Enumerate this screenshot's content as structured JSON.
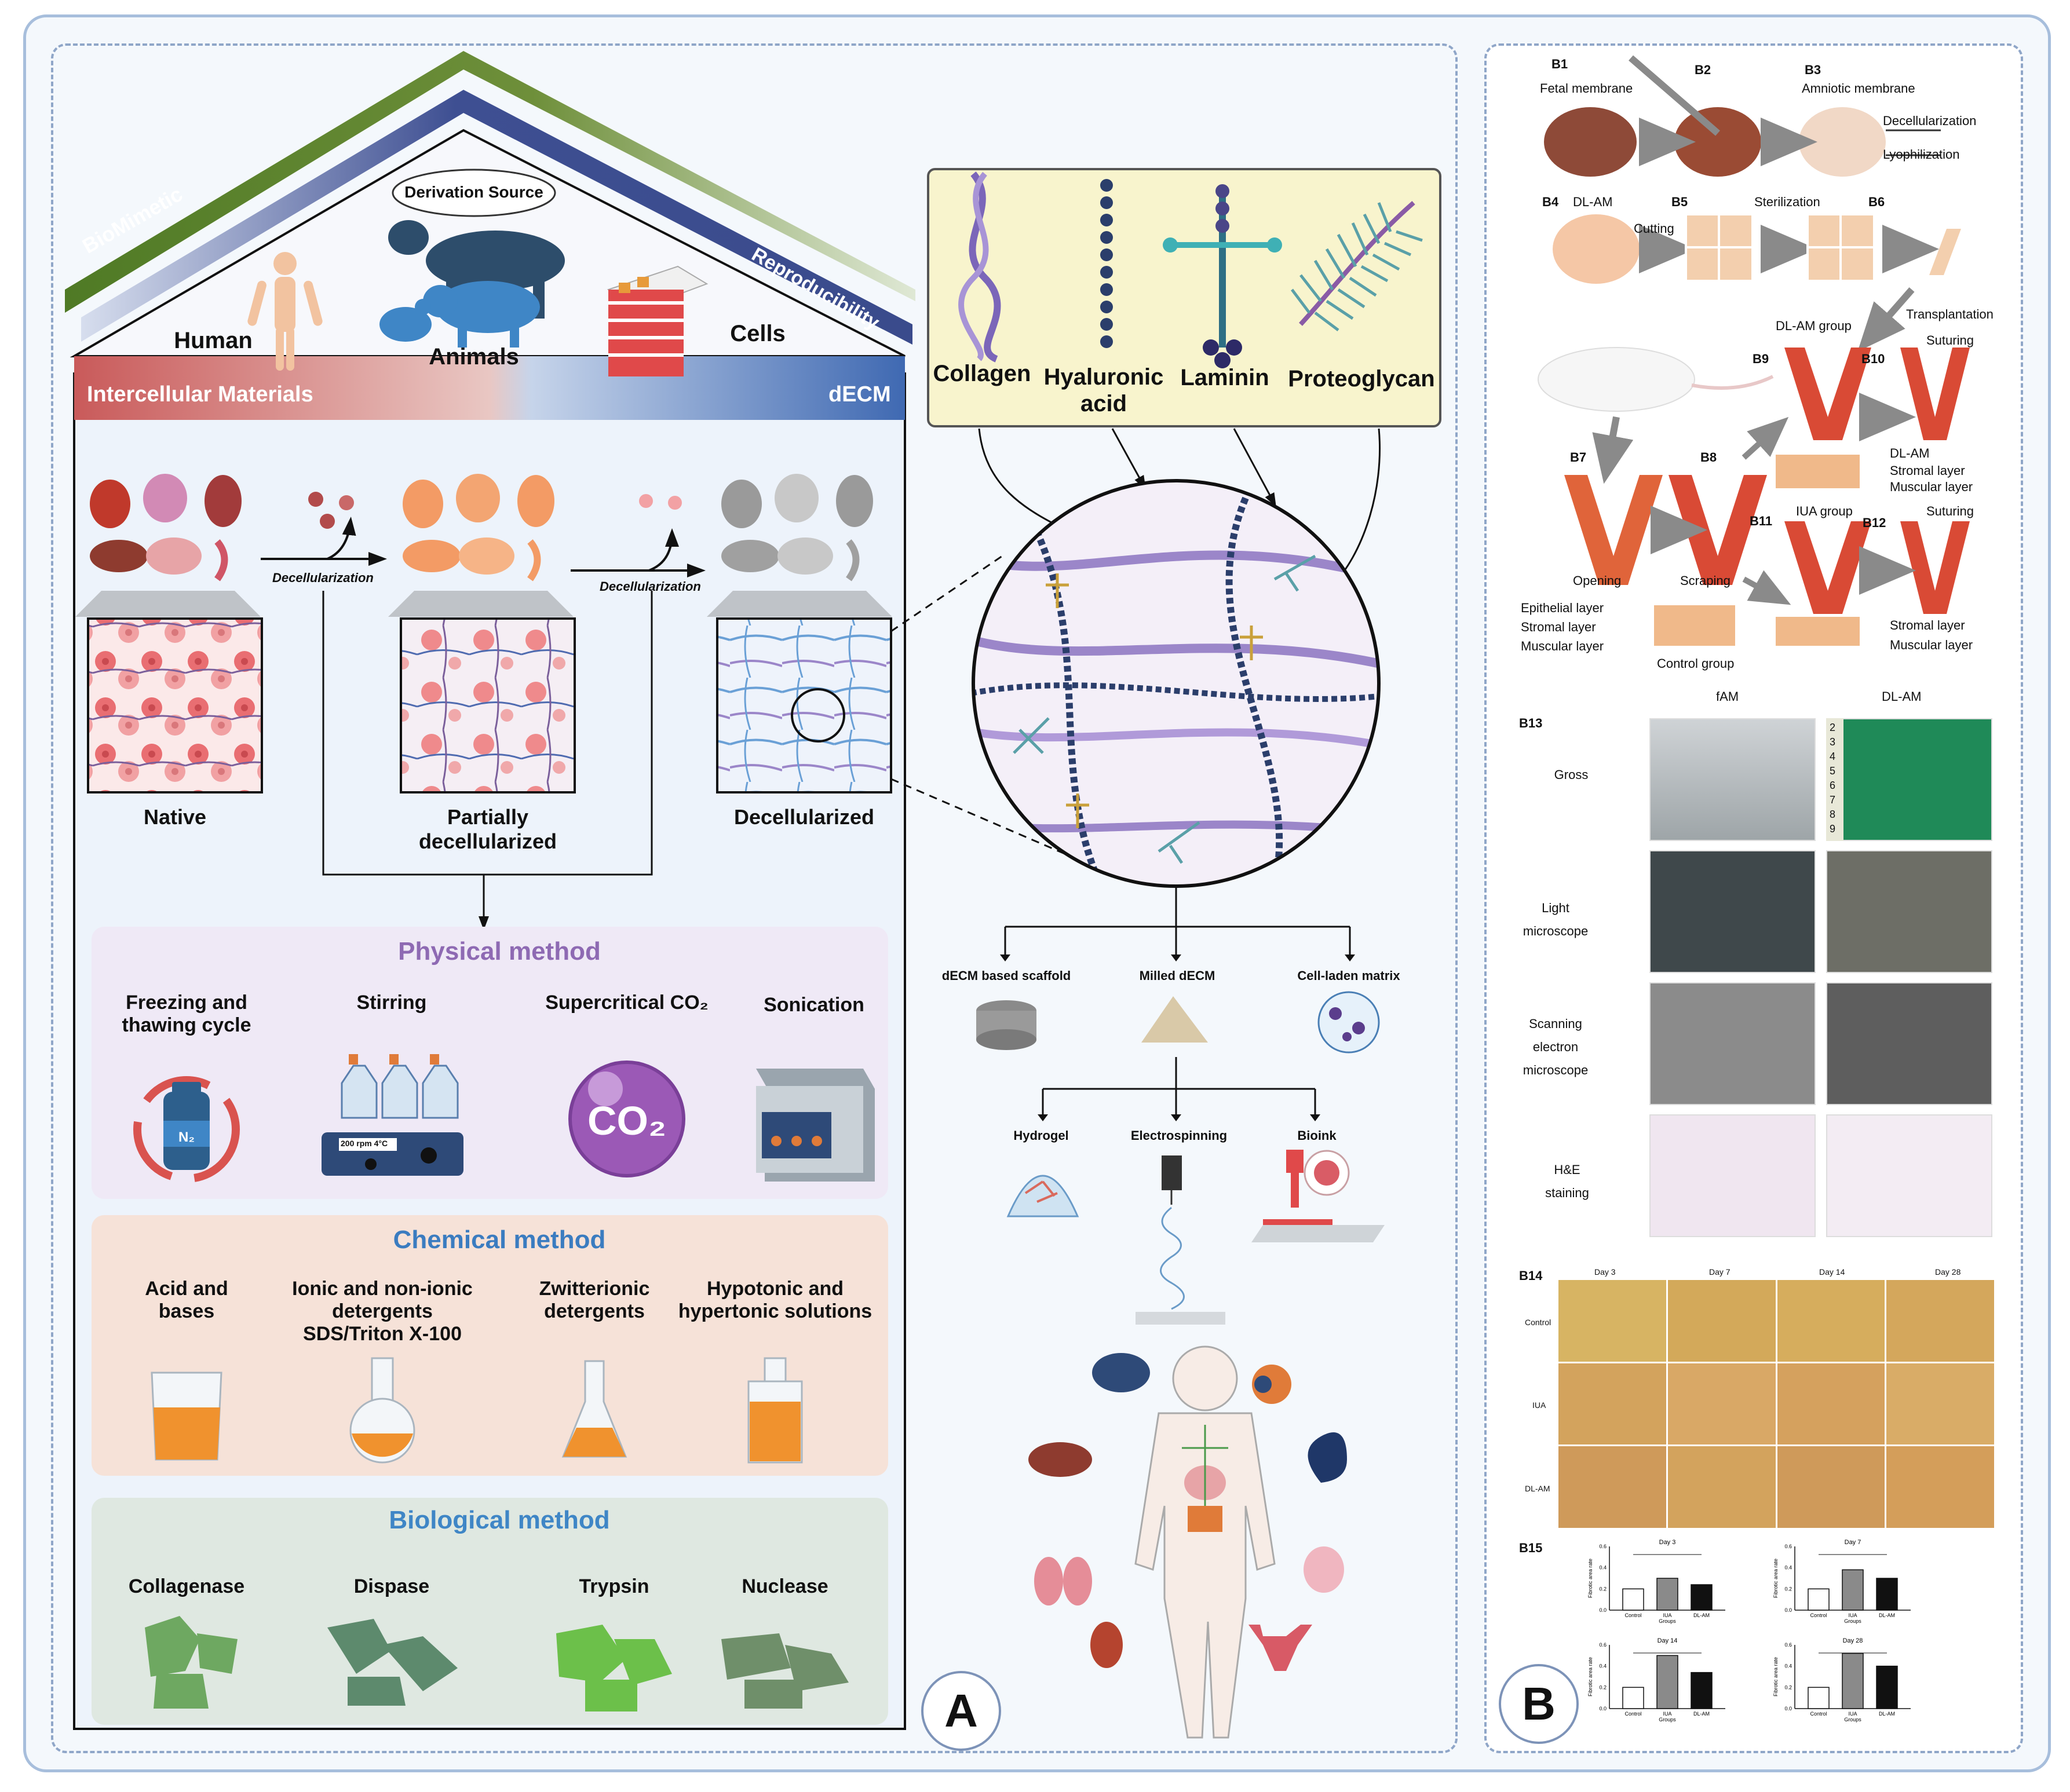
{
  "panel_a": {
    "letter": "A",
    "house": {
      "left_roof_label": "BioMimetic",
      "right_roof_label": "Reproducibility",
      "derivation_source": "Derivation Source",
      "sources": [
        "Human",
        "Animals",
        "Cells"
      ],
      "base_left": "Intercellular Materials",
      "base_right": "dECM"
    },
    "ecm_components": [
      "Collagen",
      "Hyaluronic\nacid",
      "Laminin",
      "Proteoglycan"
    ],
    "decell": {
      "step_label": "Decellularization",
      "stages": [
        "Native",
        "Partially\ndecellularized",
        "Decellularized"
      ]
    },
    "physical": {
      "title": "Physical method",
      "items": [
        "Freezing and\nthawing cycle",
        "Stirring",
        "Supercritical CO₂",
        "Sonication"
      ],
      "n2": "N₂",
      "co2": "CO₂",
      "stirrer_display": "200 rpm    4°C"
    },
    "chemical": {
      "title": "Chemical method",
      "items": [
        "Acid and\nbases",
        "Ionic and non-ionic\ndetergents\nSDS/Triton X-100",
        "Zwitterionic\ndetergents",
        "Hypotonic and\nhypertonic solutions"
      ]
    },
    "biological": {
      "title": "Biological method",
      "items": [
        "Collagenase",
        "Dispase",
        "Trypsin",
        "Nuclease"
      ]
    },
    "products": [
      "dECM based scaffold",
      "Milled dECM",
      "Cell-laden matrix"
    ],
    "forms": [
      "Hydrogel",
      "Electrospinning",
      "Bioink"
    ]
  },
  "panel_b": {
    "letter": "B",
    "top_labels": {
      "b1": "B1",
      "b1_sub": "Fetal membrane",
      "b2": "B2",
      "b3": "B3",
      "b3_sub": "Amniotic membrane",
      "decell": "Decellularization",
      "lyoph": "Lyophilization",
      "b4": "B4",
      "dlam": "DL-AM",
      "cutting": "Cutting",
      "b5": "B5",
      "steril": "Sterilization",
      "b6": "B6",
      "transplant": "Transplantation",
      "dlam_group": "DL-AM group",
      "b9": "B9",
      "b10": "B10",
      "suturing": "Suturing",
      "b7": "B7",
      "b8": "B8",
      "layers_right": [
        "DL-AM",
        "Stromal layer",
        "Muscular layer"
      ],
      "iua_group": "IUA group",
      "b11": "B11",
      "b12": "B12",
      "opening": "Opening",
      "scraping": "Scraping",
      "layers_left": [
        "Epithelial layer",
        "Stromal layer",
        "Muscular layer"
      ],
      "control_group": "Control group",
      "layers_right2": [
        "Stromal layer",
        "Muscular layer"
      ]
    },
    "b13": {
      "label": "B13",
      "cols": [
        "fAM",
        "DL-AM"
      ],
      "rows": [
        "Gross",
        "Light\nmicroscope",
        "Scanning\nelectron\nmicroscope",
        "H&E\nstaining"
      ],
      "ruler": "2 3 4 5 6 7 8 9"
    },
    "b14": {
      "label": "B14",
      "cols": [
        "Day 3",
        "Day 7",
        "Day 14",
        "Day 28"
      ],
      "rows": [
        "Control",
        "IUA",
        "DL-AM"
      ]
    },
    "b15_label": "B15"
  },
  "chart_data": [
    {
      "type": "bar",
      "title": "Day 3",
      "categories": [
        "Control",
        "IUA\nGroups",
        "DL-AM"
      ],
      "values": [
        0.2,
        0.3,
        0.24
      ],
      "ylabel": "Fibrotic area rate",
      "ylim": [
        0,
        0.6
      ],
      "yticks": [
        "0.0",
        "0.2",
        "0.4",
        "0.6"
      ]
    },
    {
      "type": "bar",
      "title": "Day 7",
      "categories": [
        "Control",
        "IUA\nGroups",
        "DL-AM"
      ],
      "values": [
        0.2,
        0.38,
        0.3
      ],
      "ylabel": "Fibrotic area rate",
      "ylim": [
        0,
        0.6
      ],
      "yticks": [
        "0.0",
        "0.2",
        "0.4",
        "0.6"
      ]
    },
    {
      "type": "bar",
      "title": "Day 14",
      "categories": [
        "Control",
        "IUA\nGroups",
        "DL-AM"
      ],
      "values": [
        0.2,
        0.5,
        0.34
      ],
      "ylabel": "Fibrotic area rate",
      "ylim": [
        0,
        0.6
      ],
      "yticks": [
        "0.0",
        "0.2",
        "0.4",
        "0.6"
      ]
    },
    {
      "type": "bar",
      "title": "Day 28",
      "categories": [
        "Control",
        "IUA\nGroups",
        "DL-AM"
      ],
      "values": [
        0.2,
        0.52,
        0.4
      ],
      "ylabel": "Fibrotic area rate",
      "ylim": [
        0,
        0.6
      ],
      "yticks": [
        "0.0",
        "0.2",
        "0.4",
        "0.6"
      ]
    }
  ],
  "colors": {
    "green": "#5f7f2a",
    "navy": "#3a4f8f",
    "red": "#c95a5a",
    "blue": "#4a74b8",
    "purple": "#8e6ab3",
    "chem_blue": "#3b7cc0",
    "bio_blue": "#3f86c6"
  }
}
